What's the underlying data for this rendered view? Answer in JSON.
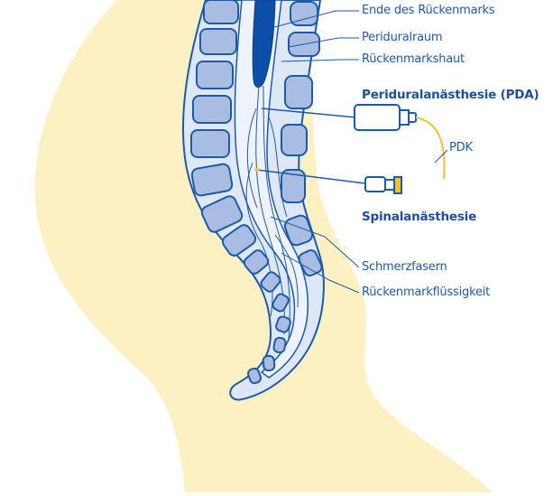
{
  "labels": {
    "ende": "Ende des Rückenmarks",
    "periduralraum": "Periduralraum",
    "rueckenmarkshaut": "Rückenmarkshaut",
    "pdk": "PDK",
    "schmerzfasern": "Schmerzfasern",
    "rueckenmarkfluessigkeit": "Rückenmarkflüssigkeit"
  },
  "headings": {
    "pda": "Periduralanästhesie (PDA)",
    "spinal": "Spinalanästhesie"
  },
  "colors": {
    "skin": "#fdf0c2",
    "line": "#1d5aa8",
    "vertebra": "#a9bde3",
    "disc": "#7c98d2",
    "canal": "#dde7f6",
    "cord": "#0d4fa8",
    "accent": "#f1c232"
  }
}
